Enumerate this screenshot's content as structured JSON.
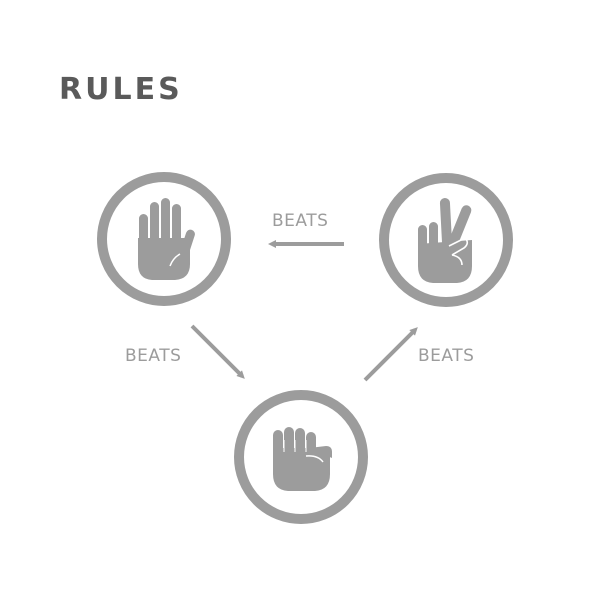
{
  "title": "RULES",
  "choices": {
    "paper": {
      "icon": "hand-paper-icon"
    },
    "scissors": {
      "icon": "hand-scissors-icon"
    },
    "rock": {
      "icon": "hand-rock-icon"
    }
  },
  "relations": {
    "scissors_beats_paper": "BEATS",
    "paper_beats_rock": "BEATS",
    "rock_beats_scissors": "BEATS"
  },
  "colors": {
    "title": "#5a5a5a",
    "ring": "#9c9c9c",
    "icon": "#9c9c9c",
    "label": "#9c9c9c",
    "background": "#ffffff"
  }
}
